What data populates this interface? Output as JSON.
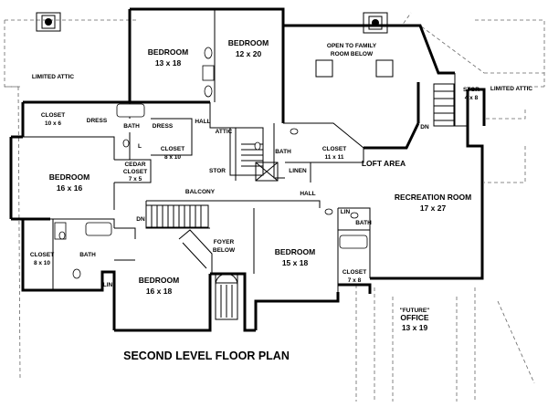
{
  "plan_title": "SECOND LEVEL FLOOR PLAN",
  "rooms": {
    "bedroom_nw": {
      "name": "BEDROOM",
      "size": "13 x 18"
    },
    "bedroom_n": {
      "name": "BEDROOM",
      "size": "12 x 20"
    },
    "open_to_family": {
      "line1": "OPEN TO FAMILY",
      "line2": "ROOM BELOW"
    },
    "limited_attic_left": "LIMITED ATTIC",
    "limited_attic_right": "LIMITED ATTIC",
    "stor_ne": {
      "name": "STOR",
      "size": "4 x 8"
    },
    "closet_nw": {
      "name": "CLOSET",
      "size": "10 x 6"
    },
    "dress_left": "DRESS",
    "dress_right": "DRESS",
    "bath_nw": "BATH",
    "hall_n": "HALL",
    "attic_small": "ATTIC",
    "l_small": "L",
    "closet_mid": {
      "name": "CLOSET",
      "size": "8 x 10"
    },
    "cedar_closet": {
      "line1": "CEDAR",
      "line2": "CLOSET",
      "size": "7 x 5"
    },
    "bath_center": "BATH",
    "stor_stair": "STOR",
    "linen": "LINEN",
    "closet_center": {
      "name": "CLOSET",
      "size": "11 x 11"
    },
    "loft_area": "LOFT AREA",
    "dn_ne": "DN",
    "bedroom_w": {
      "name": "BEDROOM",
      "size": "16 x 16"
    },
    "balcony": "BALCONY",
    "hall_center": "HALL",
    "recreation_room": {
      "name": "RECREATION ROOM",
      "size": "17 x 27"
    },
    "dn_stair": "DN",
    "foyer_below": {
      "line1": "FOYER",
      "line2": "BELOW"
    },
    "lin_right": "LIN",
    "bath_right": "BATH",
    "closet_sw": {
      "name": "CLOSET",
      "size": "8 x 10"
    },
    "bath_sw": "BATH",
    "lin_sw": "LIN",
    "bedroom_sw": {
      "name": "BEDROOM",
      "size": "16 x 18"
    },
    "bedroom_center": {
      "name": "BEDROOM",
      "size": "15 x 18"
    },
    "closet_se": {
      "name": "CLOSET",
      "size": "7 x 8"
    },
    "future_office": {
      "line1": "\"FUTURE\"",
      "line2": "OFFICE",
      "size": "13 x 19"
    }
  }
}
